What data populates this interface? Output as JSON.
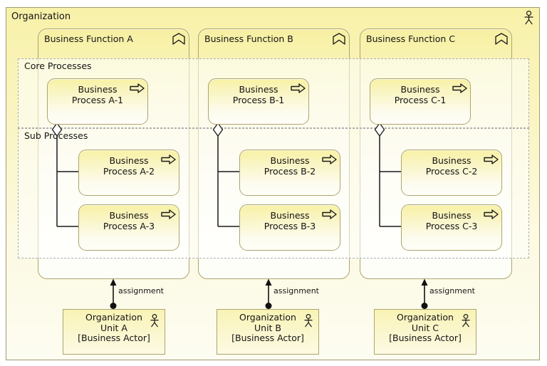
{
  "organization": {
    "label": "Organization",
    "icon": "business-actor-icon"
  },
  "groups": [
    {
      "label": "Core Processes"
    },
    {
      "label": "Sub Processes"
    }
  ],
  "functions": [
    {
      "label": "Business Function A",
      "icon": "business-function-icon",
      "processes": [
        {
          "line1": "Business",
          "line2": "Process A-1",
          "icon": "business-process-icon"
        },
        {
          "line1": "Business",
          "line2": "Process A-2",
          "icon": "business-process-icon"
        },
        {
          "line1": "Business",
          "line2": "Process A-3",
          "icon": "business-process-icon"
        }
      ]
    },
    {
      "label": "Business Function B",
      "icon": "business-function-icon",
      "processes": [
        {
          "line1": "Business",
          "line2": "Process B-1",
          "icon": "business-process-icon"
        },
        {
          "line1": "Business",
          "line2": "Process B-2",
          "icon": "business-process-icon"
        },
        {
          "line1": "Business",
          "line2": "Process B-3",
          "icon": "business-process-icon"
        }
      ]
    },
    {
      "label": "Business Function C",
      "icon": "business-function-icon",
      "processes": [
        {
          "line1": "Business",
          "line2": "Process C-1",
          "icon": "business-process-icon"
        },
        {
          "line1": "Business",
          "line2": "Process C-2",
          "icon": "business-process-icon"
        },
        {
          "line1": "Business",
          "line2": "Process C-3",
          "icon": "business-process-icon"
        }
      ]
    }
  ],
  "units": [
    {
      "line1": "Organization",
      "line2": "Unit A",
      "line3": "[Business Actor]",
      "relation_label": "assignment",
      "icon": "business-actor-icon"
    },
    {
      "line1": "Organization",
      "line2": "Unit B",
      "line3": "[Business Actor]",
      "relation_label": "assignment",
      "icon": "business-actor-icon"
    },
    {
      "line1": "Organization",
      "line2": "Unit C",
      "line3": "[Business Actor]",
      "relation_label": "assignment",
      "icon": "business-actor-icon"
    }
  ],
  "colors": {
    "element_fill_top": "#F8F1A6",
    "element_fill_bottom": "#FEFEF8",
    "element_border": "#ACA56E",
    "org_border": "#A29B72",
    "group_border": "#AEAEAE",
    "connector": "#1A1A1A",
    "diamond_fill": "#FFFFFF"
  }
}
